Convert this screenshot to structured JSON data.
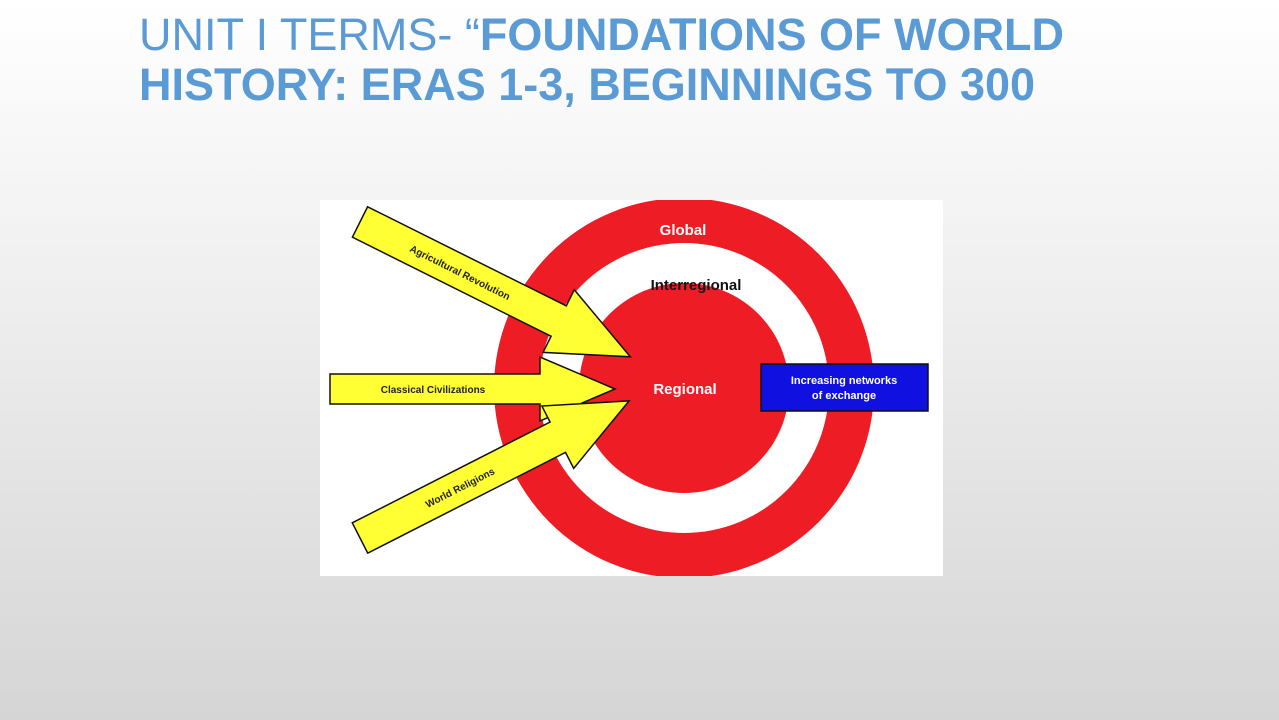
{
  "title": {
    "prefix": "Unit I Terms- “",
    "emphasis": "Foundations of World History: Eras 1-3, Beginnings to 300"
  },
  "diagram": {
    "rings": {
      "outer": "Global",
      "middle": "Interregional",
      "inner": "Regional"
    },
    "arrows": [
      "Agricultural Revolution",
      "Classical Civilizations",
      "World Religions"
    ],
    "box": {
      "line1": "Increasing networks",
      "line2": "of exchange"
    },
    "colors": {
      "ring": "#ee1c25",
      "arrow": "#ffff33",
      "box": "#1010e0",
      "title": "#5b9bd5"
    }
  }
}
